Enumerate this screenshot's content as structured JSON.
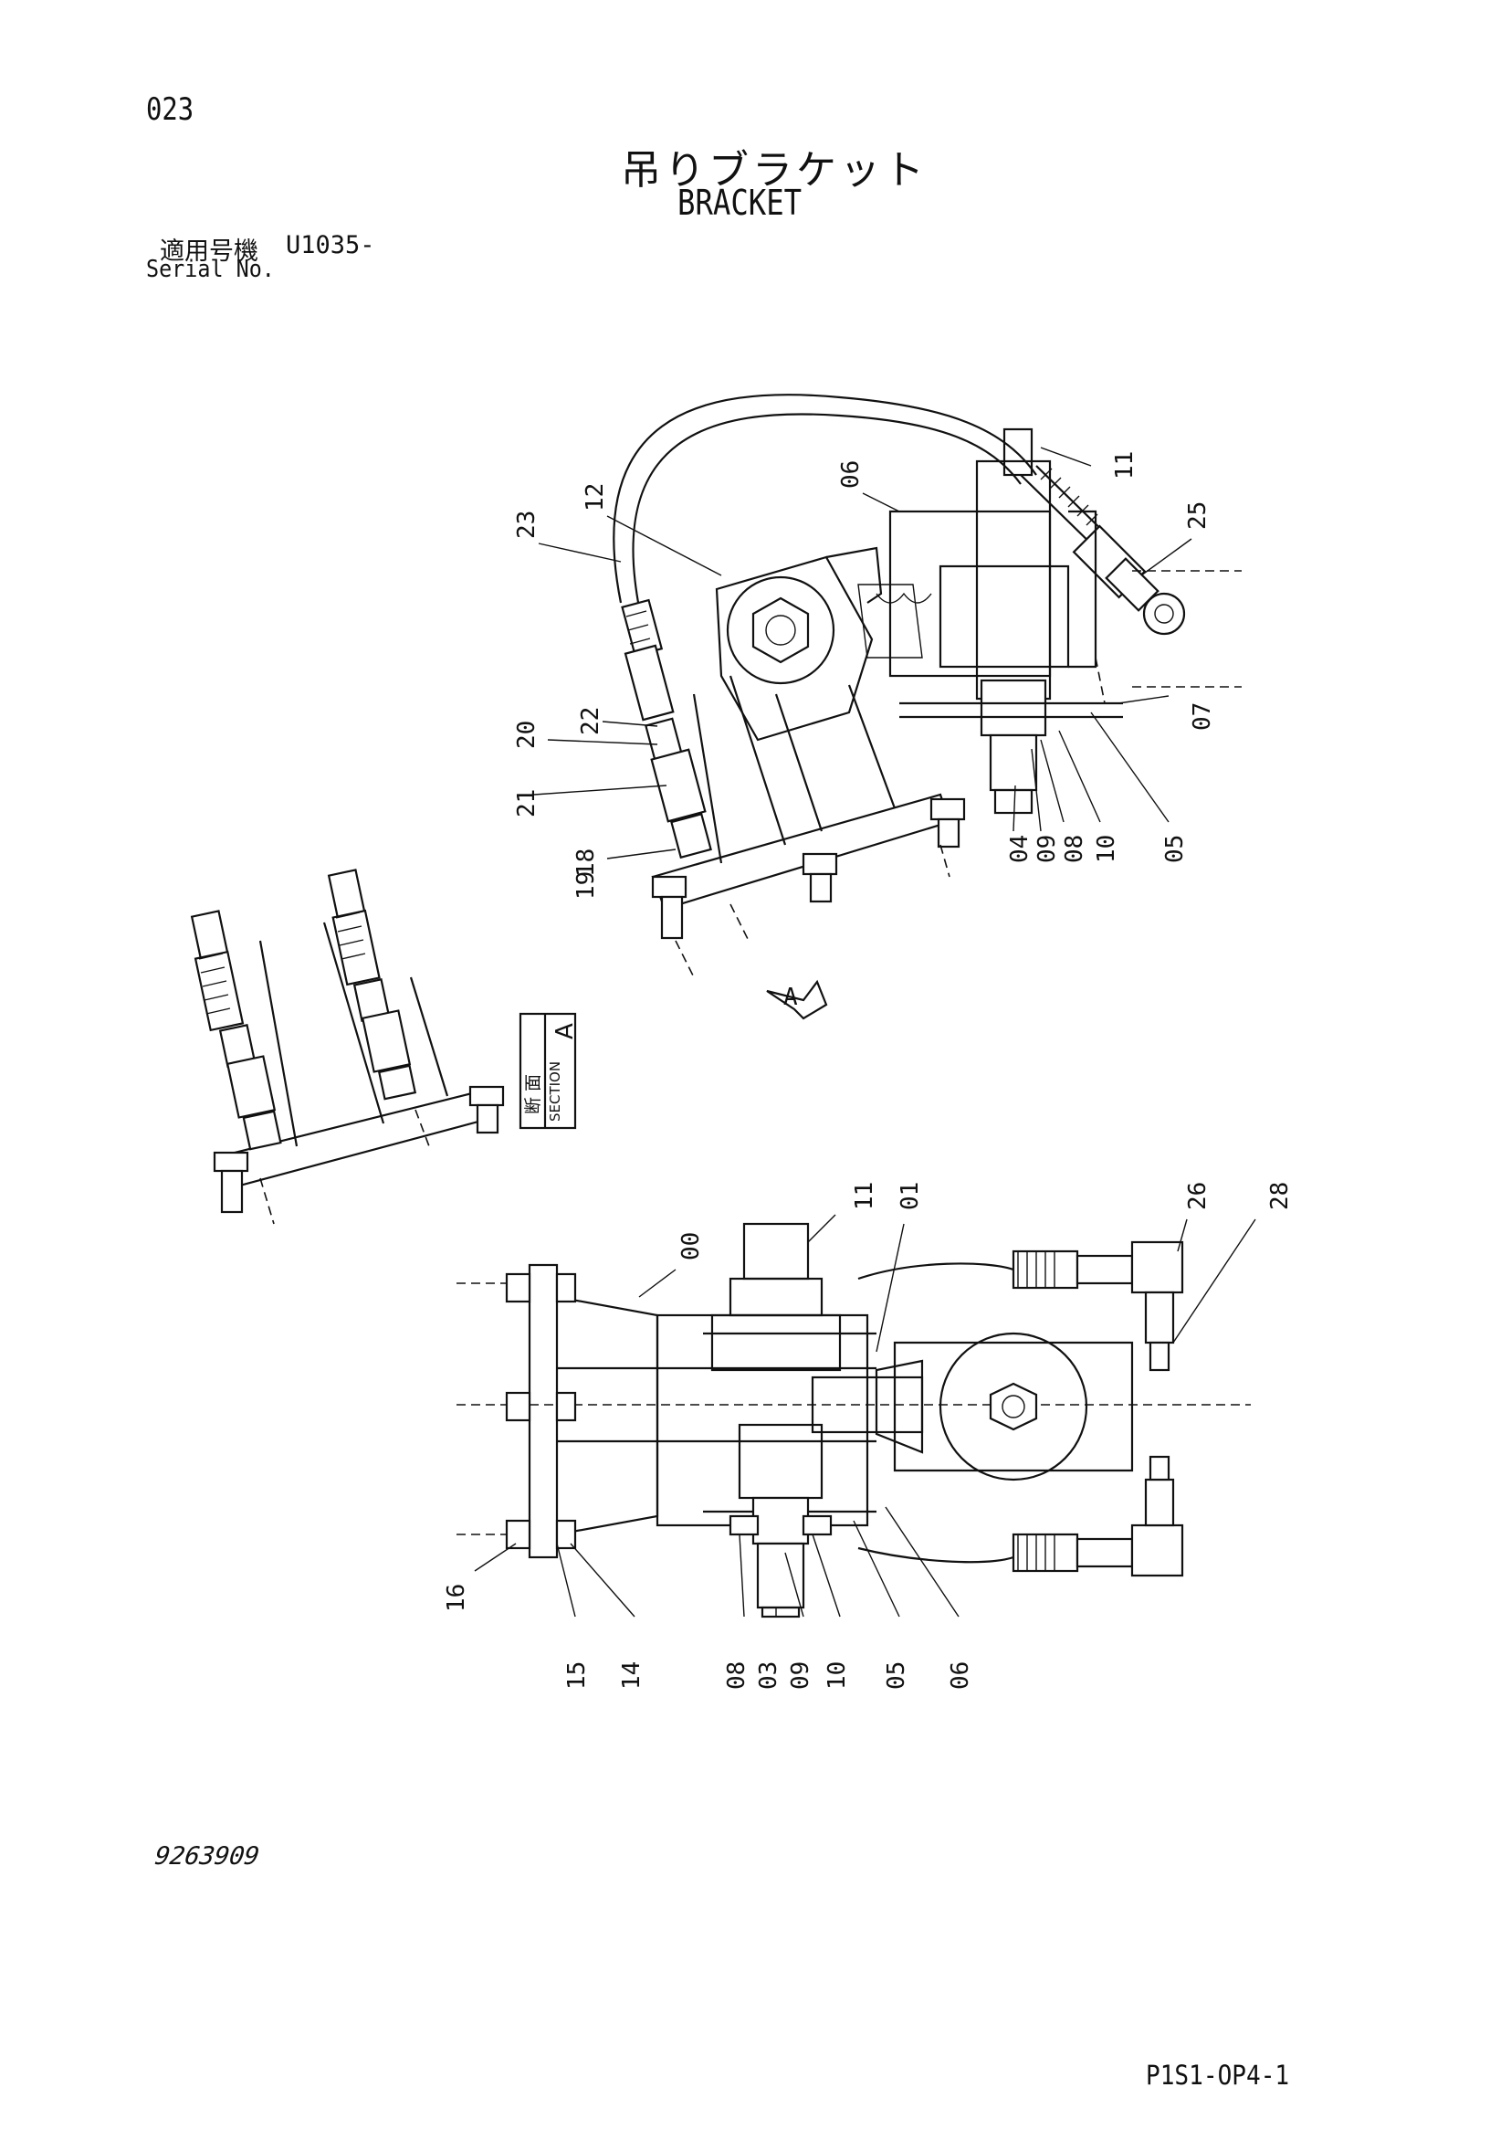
{
  "page_number": "023",
  "title_jp": "吊りブラケット",
  "title_en": "BRACKET",
  "serial": {
    "label_jp": "適用号機",
    "value": "U1035-",
    "label_en": "Serial No."
  },
  "section": {
    "label_jp": "断 面",
    "label_en": "SECTION",
    "letter": "A"
  },
  "view_arrow_letter": "A",
  "top_view_callouts": [
    "23",
    "12",
    "06",
    "11",
    "25",
    "22",
    "20",
    "21",
    "18",
    "19",
    "07",
    "04",
    "09",
    "08",
    "10",
    "05"
  ],
  "bottom_view_callouts": [
    "11",
    "01",
    "00",
    "26",
    "28",
    "16",
    "15",
    "14",
    "08",
    "03",
    "09",
    "10",
    "05",
    "06"
  ],
  "drawing_number": "9263909",
  "sheet_code": "P1S1-OP4-1"
}
